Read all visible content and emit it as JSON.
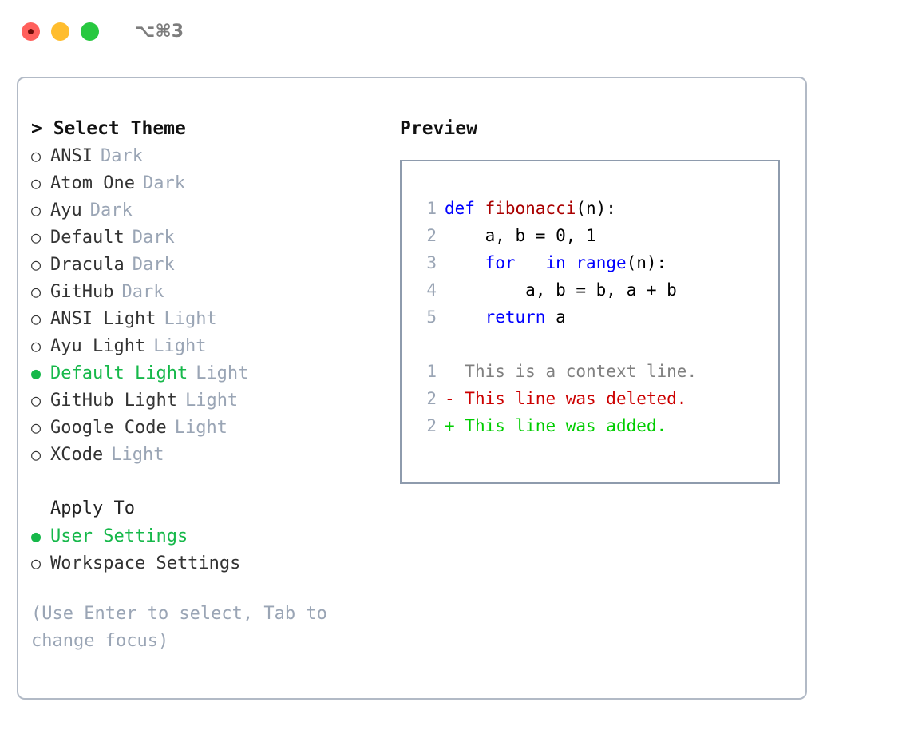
{
  "titlebar": {
    "shortcut": "⌥⌘3",
    "buttons": [
      {
        "name": "close",
        "color": "#ff605c"
      },
      {
        "name": "minimize",
        "color": "#ffbd2e"
      },
      {
        "name": "maximize",
        "color": "#28c840"
      }
    ]
  },
  "theme_picker": {
    "heading": "> Select Theme",
    "items": [
      {
        "marker": "○",
        "label": "ANSI",
        "tag": "Dark",
        "selected": false
      },
      {
        "marker": "○",
        "label": "Atom One",
        "tag": "Dark",
        "selected": false
      },
      {
        "marker": "○",
        "label": "Ayu",
        "tag": "Dark",
        "selected": false
      },
      {
        "marker": "○",
        "label": "Default",
        "tag": "Dark",
        "selected": false
      },
      {
        "marker": "○",
        "label": "Dracula",
        "tag": "Dark",
        "selected": false
      },
      {
        "marker": "○",
        "label": "GitHub",
        "tag": "Dark",
        "selected": false
      },
      {
        "marker": "○",
        "label": "ANSI Light",
        "tag": "Light",
        "selected": false
      },
      {
        "marker": "○",
        "label": "Ayu Light",
        "tag": "Light",
        "selected": false
      },
      {
        "marker": "●",
        "label": "Default Light",
        "tag": "Light",
        "selected": true
      },
      {
        "marker": "○",
        "label": "GitHub Light",
        "tag": "Light",
        "selected": false
      },
      {
        "marker": "○",
        "label": "Google Code",
        "tag": "Light",
        "selected": false
      },
      {
        "marker": "○",
        "label": "XCode",
        "tag": "Light",
        "selected": false
      }
    ]
  },
  "apply_to": {
    "heading": "Apply To",
    "items": [
      {
        "marker": "●",
        "label": "User Settings",
        "selected": true
      },
      {
        "marker": "○",
        "label": "Workspace Settings",
        "selected": false
      }
    ]
  },
  "hint": "(Use Enter to select, Tab to change focus)",
  "preview": {
    "heading": "Preview",
    "code_lines": [
      {
        "no": "1",
        "tokens": [
          {
            "t": "def ",
            "c": "kw"
          },
          {
            "t": "fibonacci",
            "c": "fn"
          },
          {
            "t": "(n):",
            "c": "pl"
          }
        ]
      },
      {
        "no": "2",
        "tokens": [
          {
            "t": "    a, b = 0, 1",
            "c": "pl"
          }
        ]
      },
      {
        "no": "3",
        "tokens": [
          {
            "t": "    ",
            "c": "pl"
          },
          {
            "t": "for",
            "c": "kw"
          },
          {
            "t": " _ ",
            "c": "pl"
          },
          {
            "t": "in",
            "c": "kw"
          },
          {
            "t": " ",
            "c": "pl"
          },
          {
            "t": "range",
            "c": "bi"
          },
          {
            "t": "(n):",
            "c": "pl"
          }
        ]
      },
      {
        "no": "4",
        "tokens": [
          {
            "t": "        a, b = b, a + b",
            "c": "pl"
          }
        ]
      },
      {
        "no": "5",
        "tokens": [
          {
            "t": "    ",
            "c": "pl"
          },
          {
            "t": "return",
            "c": "kw"
          },
          {
            "t": " a",
            "c": "pl"
          }
        ]
      }
    ],
    "diff_lines": [
      {
        "no": "1",
        "prefix": "  ",
        "text": "This is a context line.",
        "kind": "ctx"
      },
      {
        "no": "2",
        "prefix": "- ",
        "text": "This line was deleted.",
        "kind": "del"
      },
      {
        "no": "2",
        "prefix": "+ ",
        "text": "This line was added.",
        "kind": "add"
      }
    ]
  },
  "colors": {
    "accent_green": "#16b84a",
    "muted": "#9aa5b5",
    "keyword": "#0000ff",
    "function": "#aa0000",
    "diff_delete": "#cc0000",
    "diff_add": "#00cc00",
    "border": "#b2bac6"
  }
}
